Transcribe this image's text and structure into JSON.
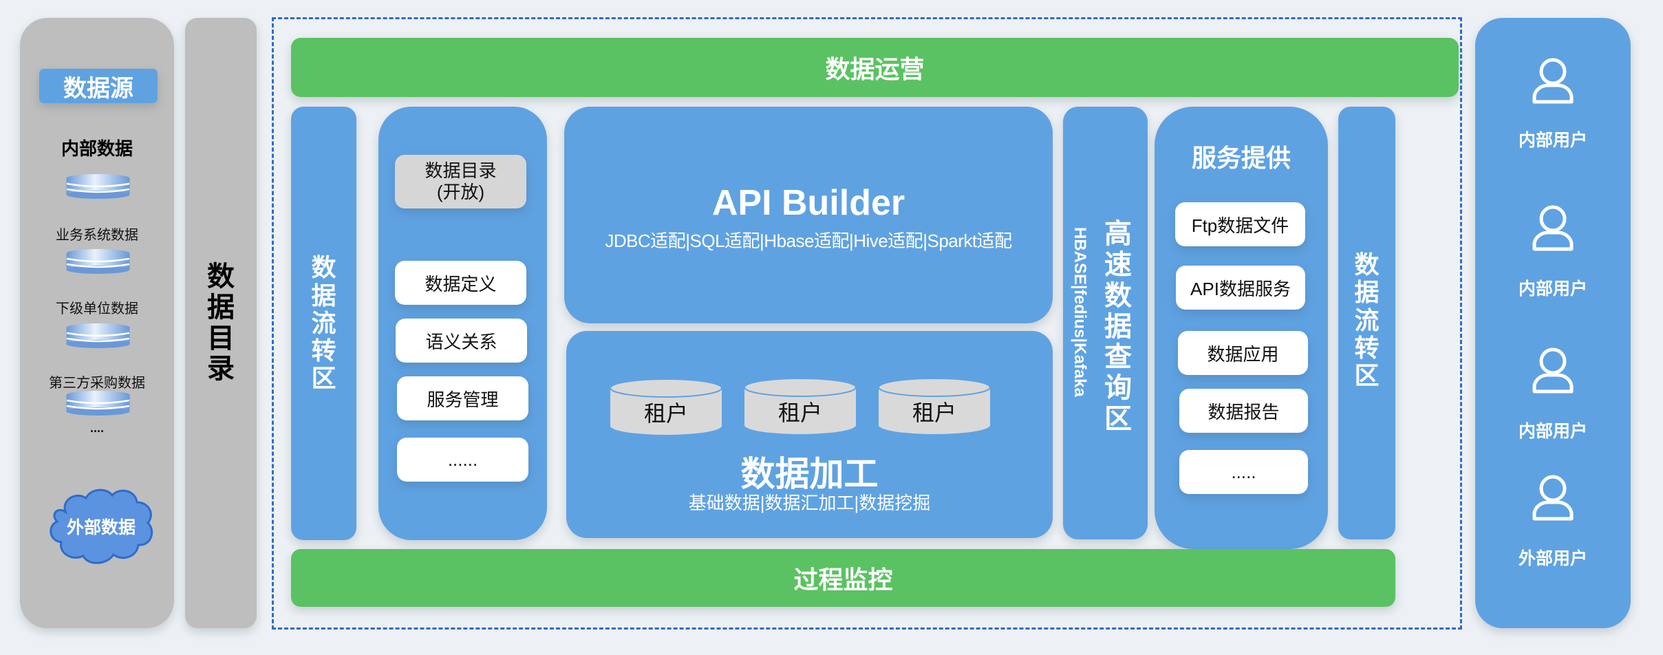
{
  "source_panel": {
    "title": "数据源",
    "internal_heading": "内部数据",
    "internal_items": [
      {
        "label": "业务系统数据",
        "icon": "database-icon"
      },
      {
        "label": "下级单位数据",
        "icon": "database-icon"
      },
      {
        "label": "第三方采购数据",
        "icon": "database-icon"
      },
      {
        "label": "....",
        "icon": "database-icon"
      }
    ],
    "external_label": "外部数据",
    "external_icon": "cloud-icon"
  },
  "catalog_column": {
    "label": [
      "数",
      "据",
      "目",
      "录"
    ]
  },
  "top_bar": {
    "label": "数据运营"
  },
  "bottom_bar": {
    "label": "过程监控"
  },
  "left_flow": {
    "label": [
      "数",
      "据",
      "流",
      "转",
      "区"
    ]
  },
  "right_flow": {
    "label": [
      "数",
      "据",
      "流",
      "转",
      "区"
    ]
  },
  "catalog_panel": {
    "header_item": {
      "line1": "数据目录",
      "line2": "(开放)"
    },
    "items": [
      "数据定义",
      "语义关系",
      "服务管理",
      "......"
    ]
  },
  "api_builder": {
    "title": "API Builder",
    "subtitle": "JDBC适配|SQL适配|Hbase适配|Hive适配|Sparkt适配"
  },
  "processing": {
    "tenants": [
      "租户",
      "租户",
      "租户"
    ],
    "title": "数据加工",
    "subtitle": "基础数据|数据汇加工|数据挖掘"
  },
  "query_zone": {
    "title": [
      "高",
      "速",
      "数",
      "据",
      "查",
      "询",
      "区"
    ],
    "subtitle": "HBASE|fedius|Kafaka"
  },
  "service_panel": {
    "title": "服务提供",
    "items": [
      "Ftp数据文件",
      "API数据服务",
      "数据应用",
      "数据报告",
      "....."
    ]
  },
  "users_panel": {
    "users": [
      {
        "label": "内部用户",
        "icon": "user-icon"
      },
      {
        "label": "内部用户",
        "icon": "user-icon"
      },
      {
        "label": "内部用户",
        "icon": "user-icon"
      },
      {
        "label": "外部用户",
        "icon": "user-icon"
      }
    ]
  },
  "colors": {
    "background": "#edf1f5",
    "panel_blue": "#5fa2e2",
    "bar_green": "#5ac262",
    "panel_gray": "#bebebe",
    "dashed_border": "#2f6cc4",
    "tenant_gray": "#d9d9d9",
    "card_gray": "#d6d6d6"
  }
}
